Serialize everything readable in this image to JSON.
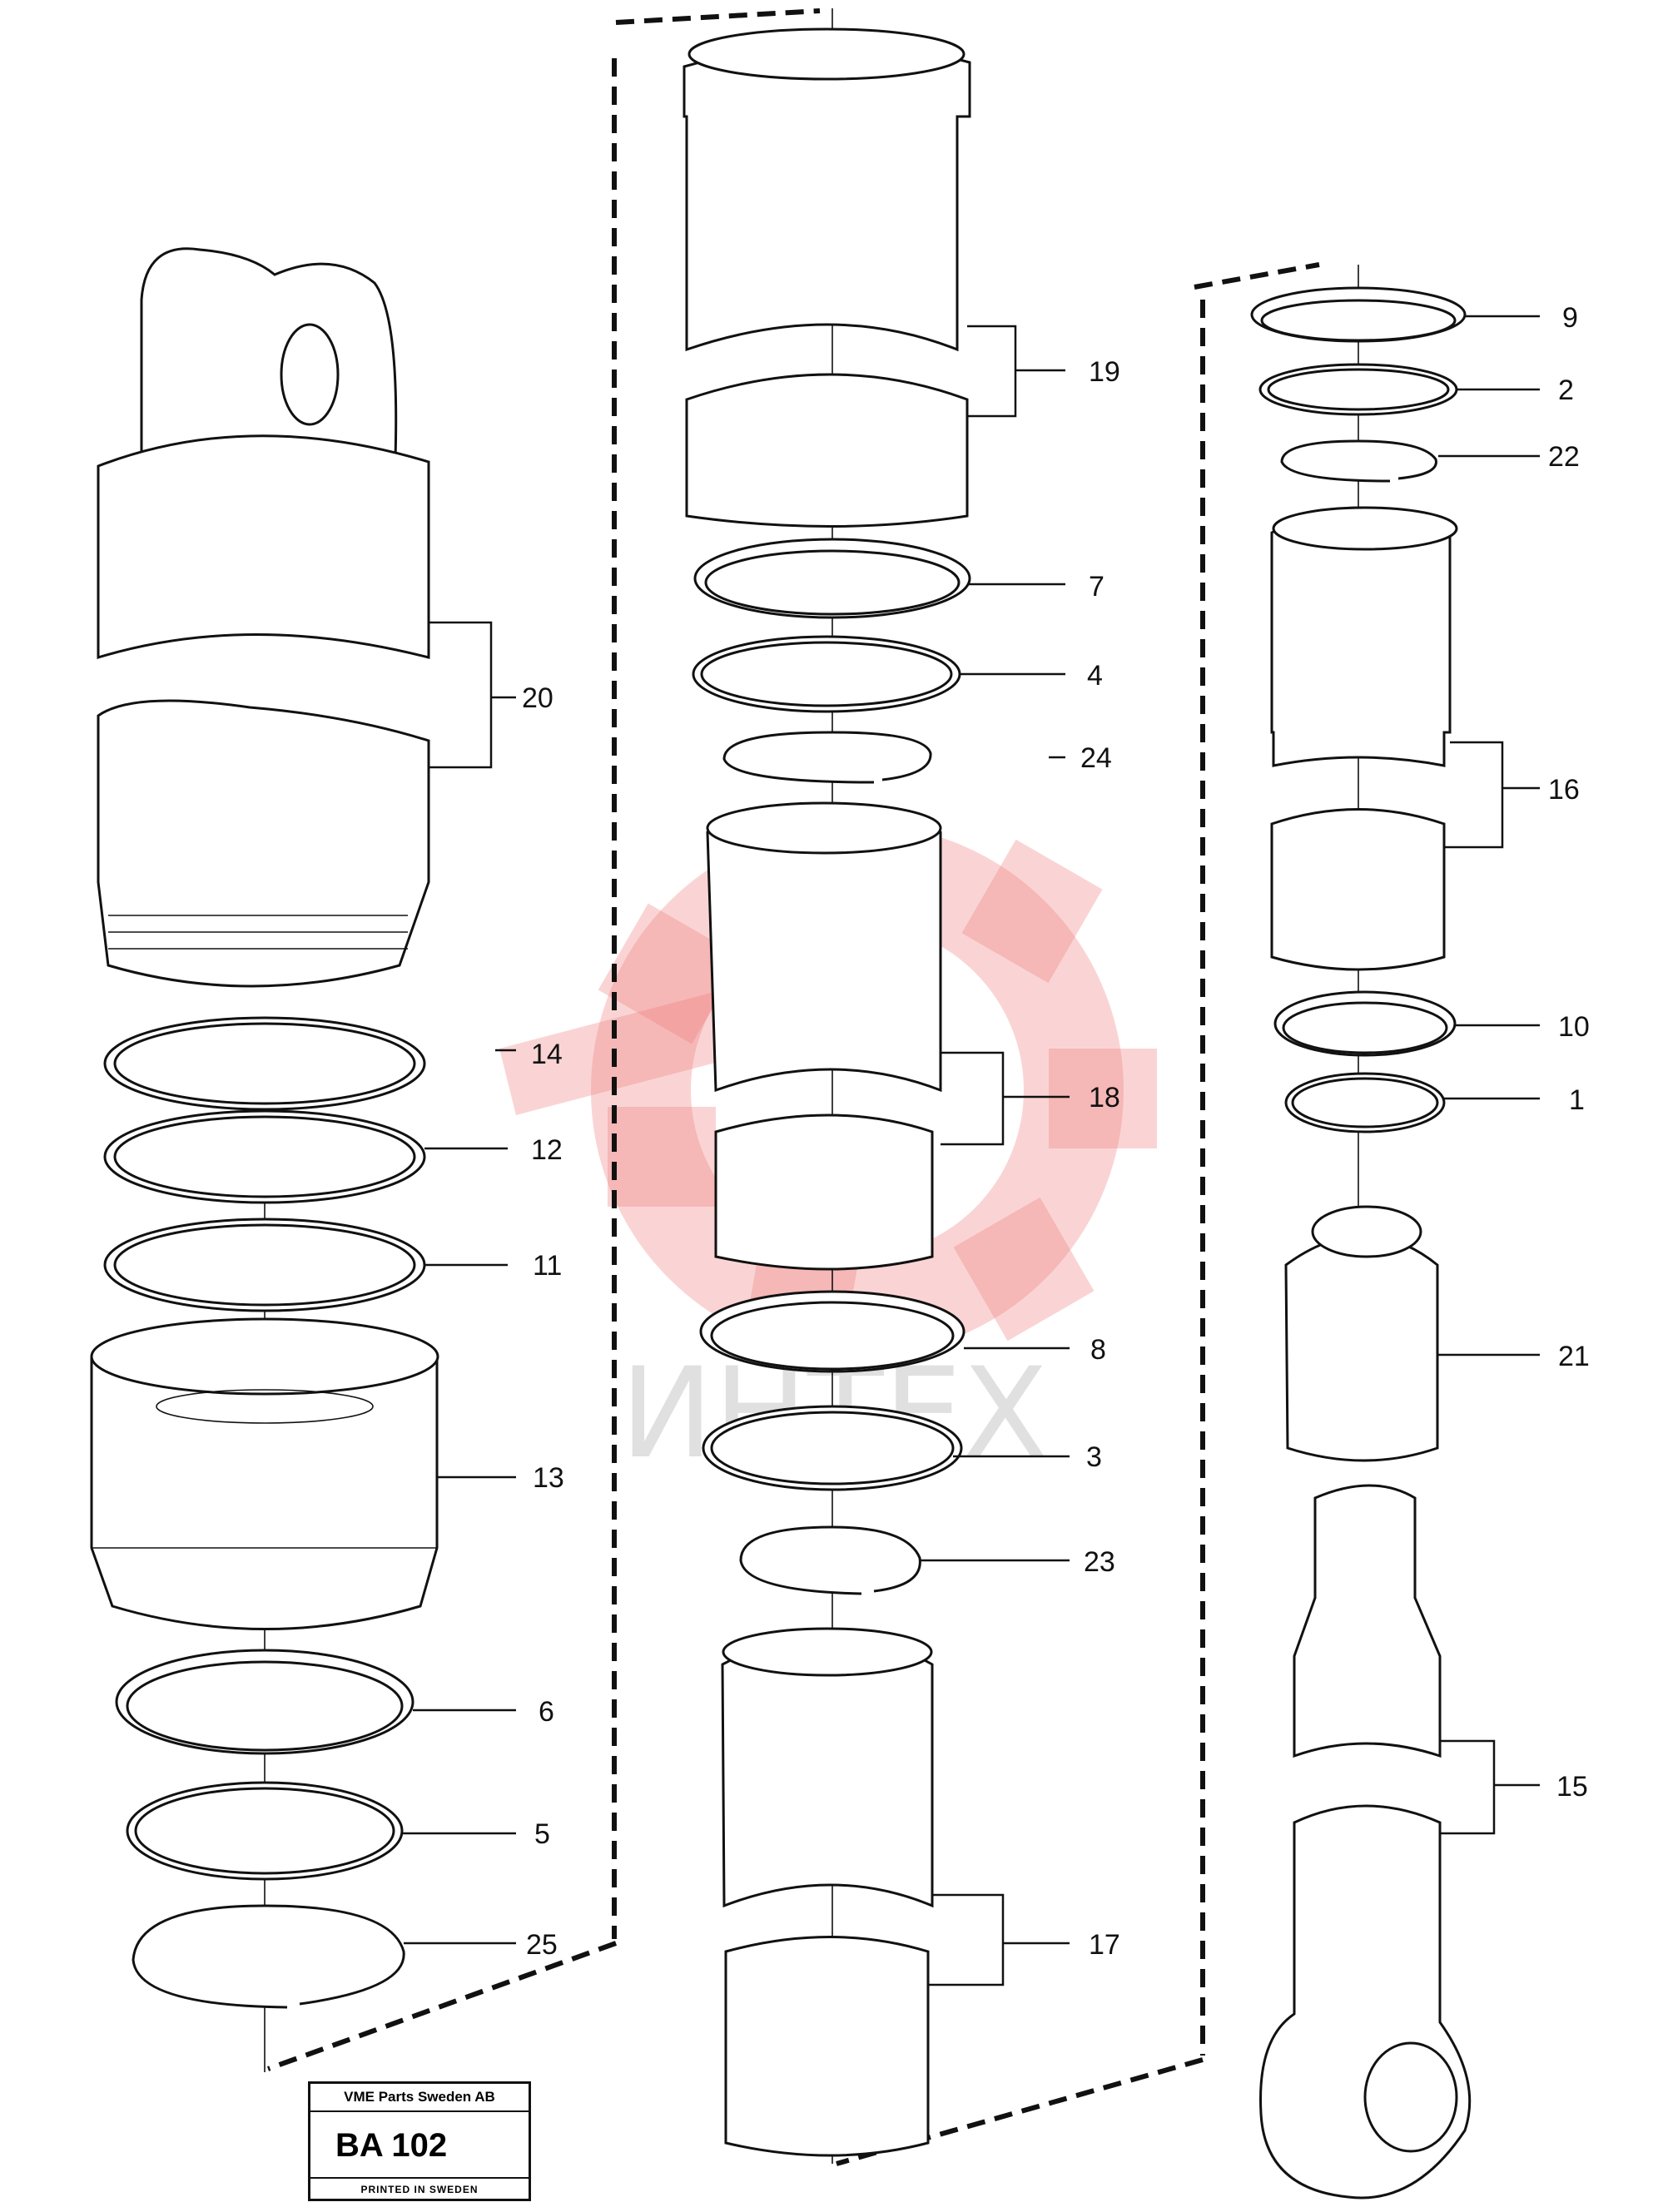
{
  "callouts": {
    "c1": "1",
    "c2": "2",
    "c3": "3",
    "c4": "4",
    "c5": "5",
    "c6": "6",
    "c7": "7",
    "c8": "8",
    "c9": "9",
    "c10": "10",
    "c11": "11",
    "c12": "12",
    "c13": "13",
    "c14": "14",
    "c15": "15",
    "c16": "16",
    "c17": "17",
    "c18": "18",
    "c19": "19",
    "c20": "20",
    "c21": "21",
    "c22": "22",
    "c23": "23",
    "c24": "24",
    "c25": "25"
  },
  "stamp": {
    "company": "VME Parts Sweden AB",
    "code": "BA 102",
    "printed": "PRINTED IN SWEDEN"
  },
  "watermark": {
    "text": "ИНТЕХ"
  }
}
